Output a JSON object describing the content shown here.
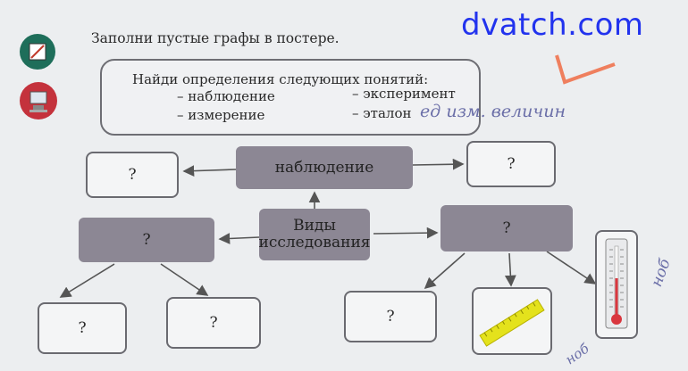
{
  "watermark": "dvatch.com",
  "instruction": "Заполни пустые графы в постере.",
  "definitions": {
    "title": "Найди определения следующих понятий:",
    "items": [
      "– наблюдение",
      "– измерение",
      "– эксперимент",
      "– эталон"
    ]
  },
  "handwriting": {
    "etalon_note": "ед изм. величин",
    "right_note": "ноб",
    "bottom_note": "ноб"
  },
  "diagram": {
    "center": "Виды исследования",
    "top": "наблюдение",
    "left": "?",
    "right": "?",
    "top_left": "?",
    "top_right": "?",
    "bottom_left_1": "?",
    "bottom_left_2": "?",
    "bottom_right_1": "?"
  },
  "colors": {
    "filled_box": "#8c8794",
    "watermark": "#2233ee",
    "ruler": "#e4e21c",
    "pen_icon": "#1e6e5a",
    "computer_icon": "#c4323c"
  },
  "icons": [
    "pen-icon",
    "computer-icon",
    "ruler-icon",
    "thermometer-icon"
  ]
}
